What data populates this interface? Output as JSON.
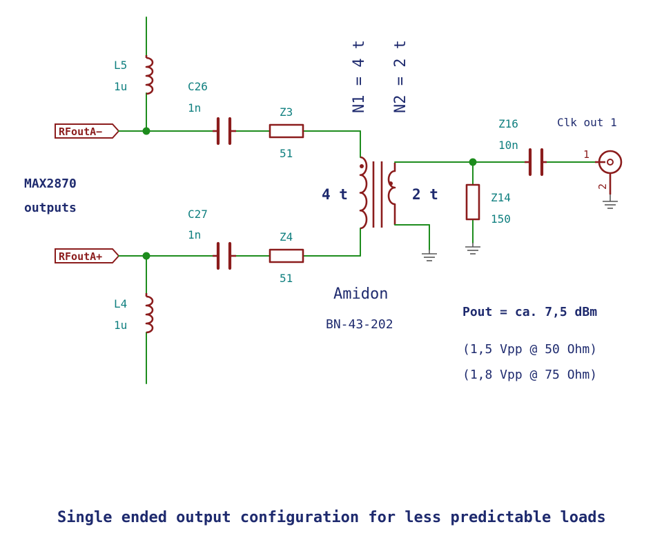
{
  "ports": {
    "neg": "RFoutA−",
    "pos": "RFoutA+"
  },
  "chip": {
    "line1": "MAX2870",
    "line2": "outputs"
  },
  "components": {
    "L5": {
      "ref": "L5",
      "value": "1u"
    },
    "L4": {
      "ref": "L4",
      "value": "1u"
    },
    "C26": {
      "ref": "C26",
      "value": "1n"
    },
    "C27": {
      "ref": "C27",
      "value": "1n"
    },
    "Z3": {
      "ref": "Z3",
      "value": "51"
    },
    "Z4": {
      "ref": "Z4",
      "value": "51"
    },
    "Z14": {
      "ref": "Z14",
      "value": "150"
    },
    "Z16": {
      "ref": "Z16",
      "value": "10n"
    }
  },
  "transformer": {
    "n1": "N1 = 4 t",
    "n2": "N2 = 2 t",
    "primary_turns": "4 t",
    "secondary_turns": "2 t",
    "maker": "Amidon",
    "part": "BN-43-202"
  },
  "connector": {
    "label": "Clk out 1",
    "pin1": "1",
    "pin2": "2"
  },
  "notes": {
    "pout": "Pout = ca. 7,5 dBm",
    "vpp50": "(1,5 Vpp @ 50 Ohm)",
    "vpp75": "(1,8 Vpp @ 75 Ohm)"
  },
  "title": "Single ended output configuration for less predictable loads"
}
